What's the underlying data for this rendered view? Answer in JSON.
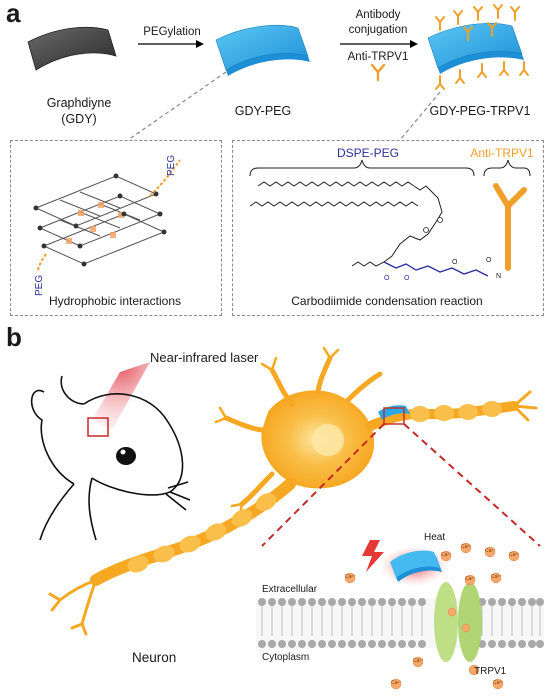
{
  "panel_a": {
    "letter": "a",
    "step1_label": "PEGylation",
    "step2_label_line1": "Antibody",
    "step2_label_line2": "conjugation",
    "antibody_legend": "Anti-TRPV1",
    "gdy_label_line1": "Graphdiyne",
    "gdy_label_line2": "(GDY)",
    "gdy_peg_label": "GDY-PEG",
    "gdy_peg_trpv1_label": "GDY-PEG-TRPV1",
    "left_box_caption": "Hydrophobic interactions",
    "peg_tag_top": "PEG",
    "peg_tag_bottom": "PEG",
    "right_box_caption": "Carbodiimide condensation reaction",
    "dspe_peg_label": "DSPE-PEG",
    "anti_trpv1_label": "Anti-TRPV1",
    "colors": {
      "peg_blue": "#2b2f9e",
      "antibody_orange": "#f0a02a",
      "sheet_blue": "#29a9e8",
      "gdy_gray": "#4a4a4a"
    }
  },
  "panel_b": {
    "letter": "b",
    "laser_label": "Near-infrared laser",
    "neuron_label": "Neuron",
    "heat_label": "Heat",
    "extracellular_label": "Extracellular",
    "cytoplasm_label": "Cytoplasm",
    "channel_label": "TRPV1",
    "ion_label": "Ca²⁺",
    "colors": {
      "neuron_orange": "#f7a823",
      "laser_red": "#e0404a",
      "membrane_gray": "#9a9a9a",
      "channel_green": "#b8dc7a"
    }
  }
}
